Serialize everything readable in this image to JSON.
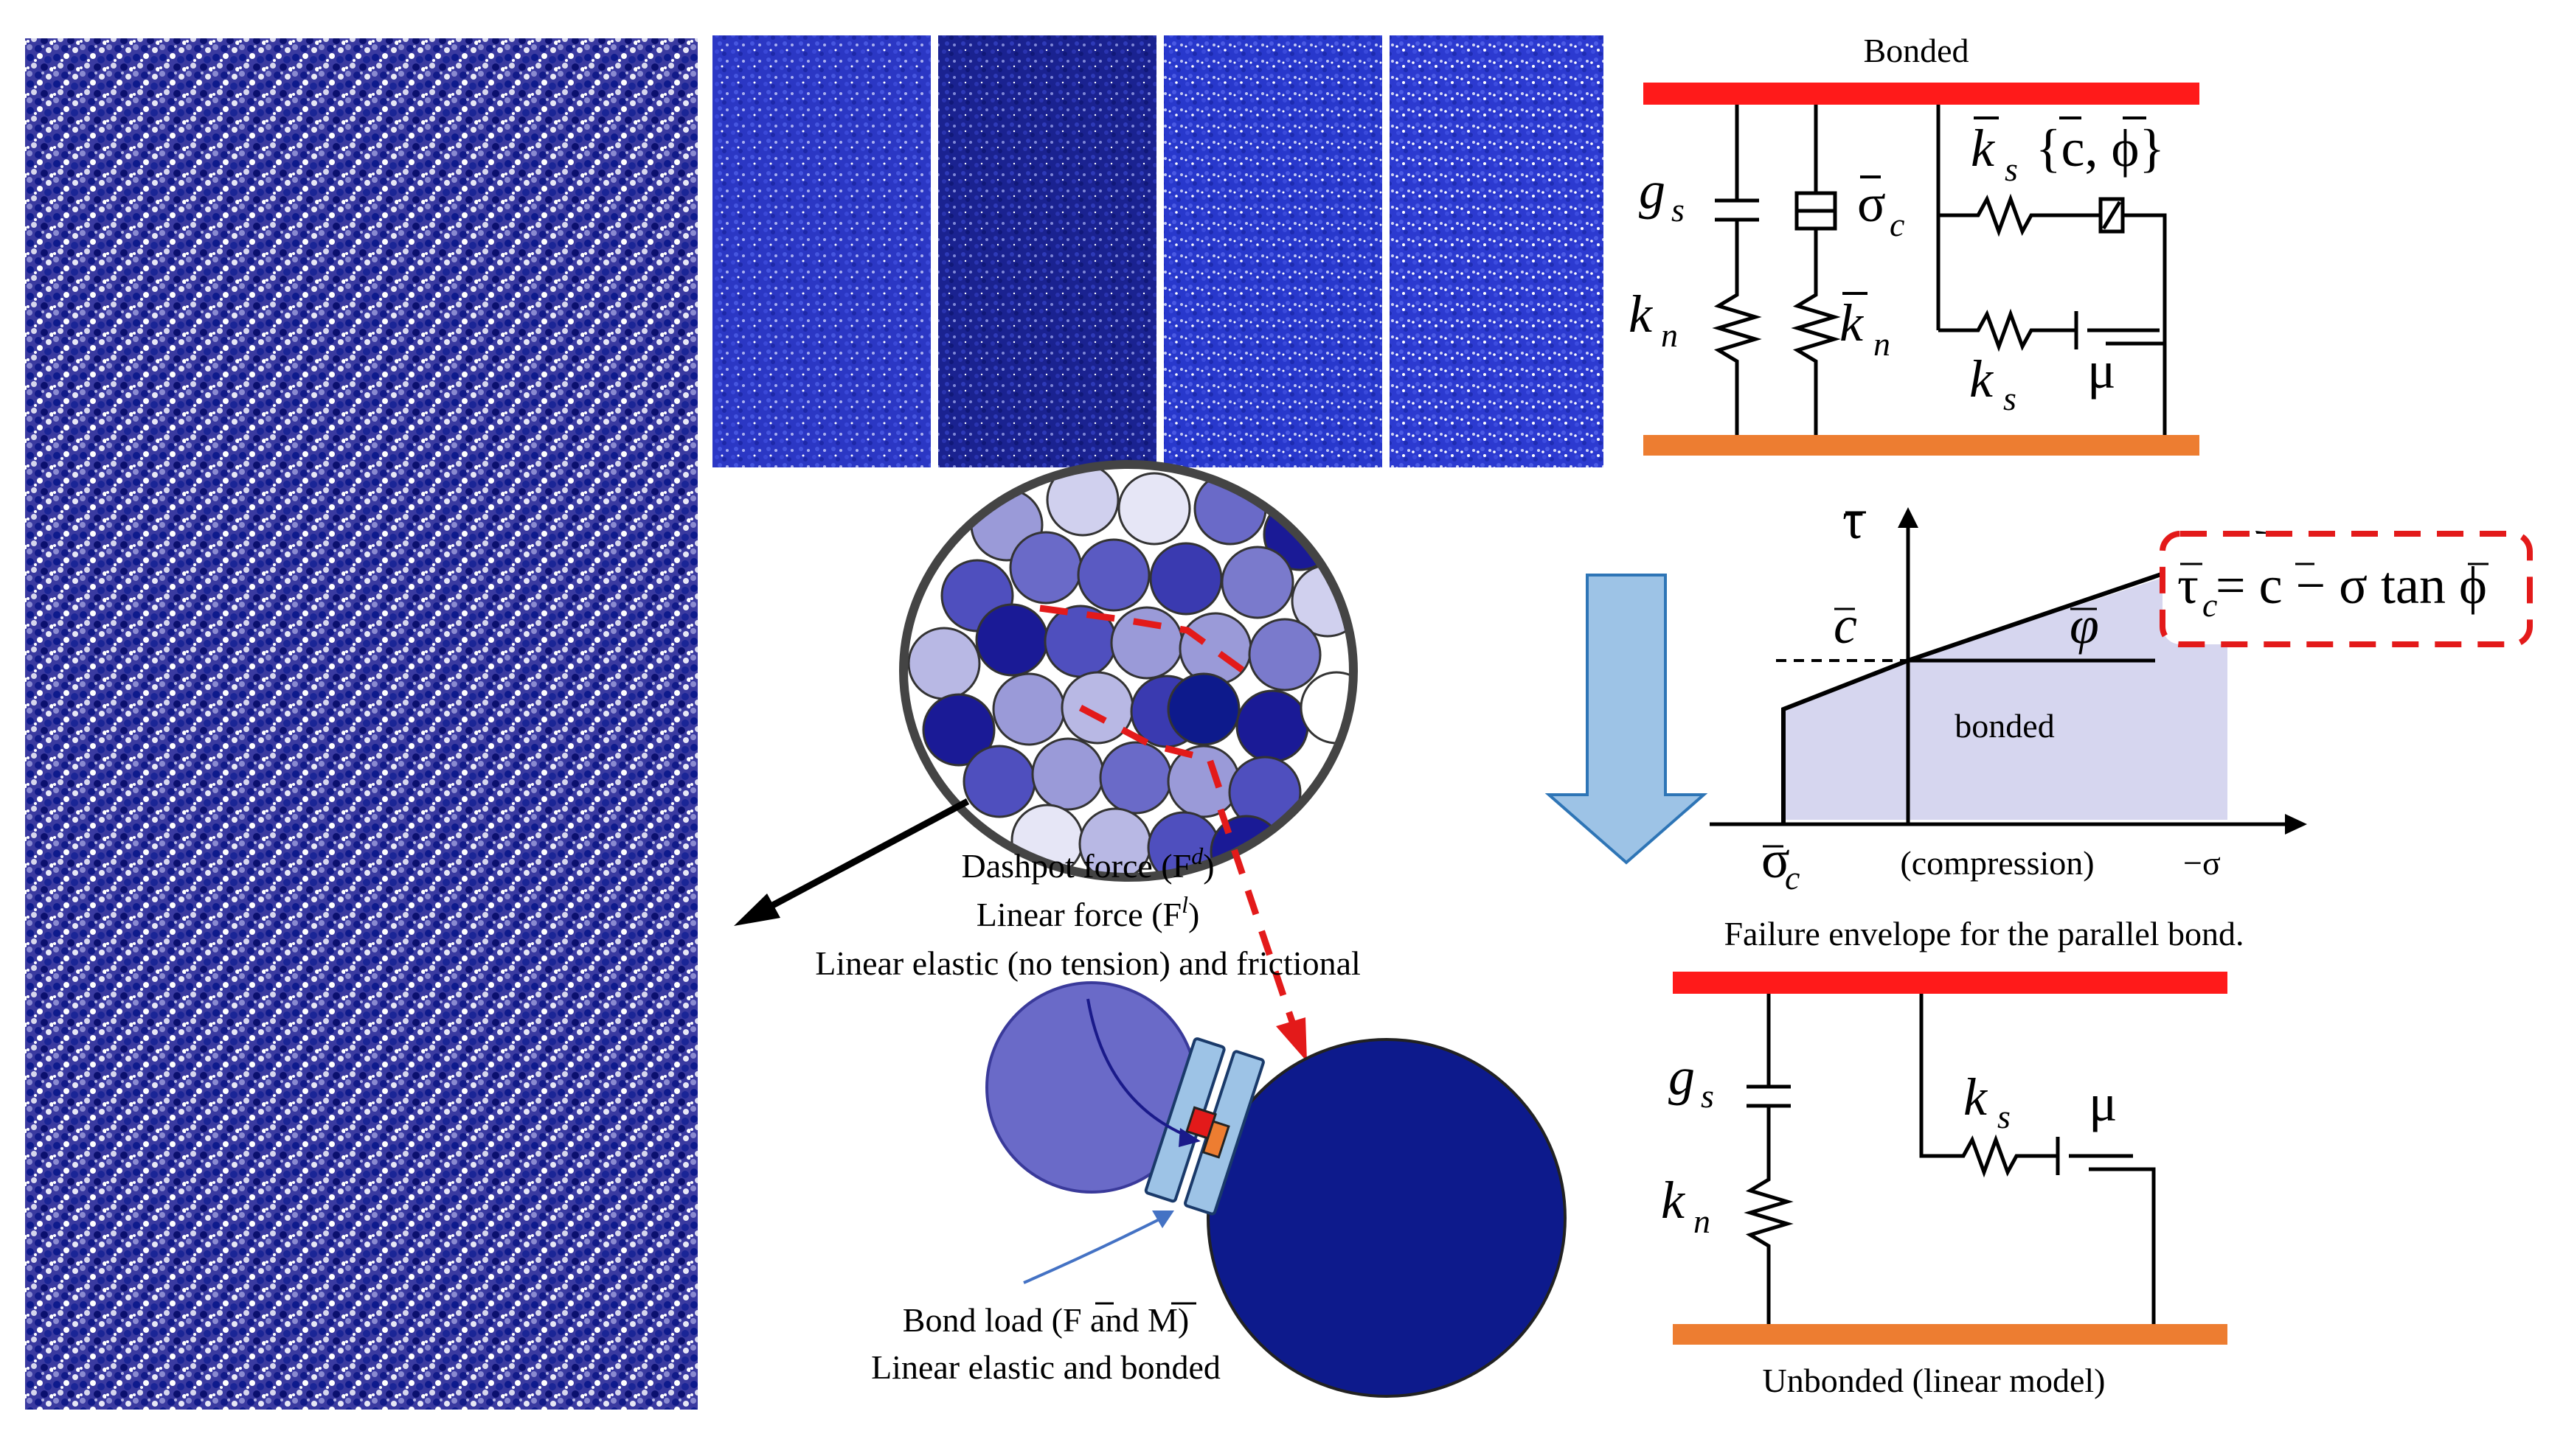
{
  "colors": {
    "plate_red": "#ff1a1a",
    "plate_orange": "#ed7d31",
    "particle_dark": "#0d1a8c",
    "particle_mid": "#4f4fbe",
    "particle_light": "#9a9ad8",
    "envelope_fill": "#d6d6ef",
    "arrow_fill": "#9dc3e6",
    "arrow_stroke": "#2e75b6",
    "dashed_red": "#e31a1a"
  },
  "bonded_model": {
    "title": "Bonded",
    "labels": {
      "gs": "g",
      "gs_sub": "s",
      "kn": "k",
      "kn_sub": "n",
      "sigma_c": "σ",
      "sigma_c_sub": "c",
      "kn_bar": "k",
      "kn_bar_sub": "n",
      "ks_bar": "k",
      "ks_bar_sub": "s",
      "c_phi": "{c, ϕ}",
      "ks": "k",
      "ks_sub": "s",
      "mu": "μ"
    }
  },
  "contact_labels": {
    "dashpot": "Dashpot force (F",
    "dashpot_sup": "d",
    "dashpot_close": ")",
    "linear": "Linear force (F",
    "linear_sup": "l",
    "linear_close": ")",
    "linear_elastic": "Linear elastic (no tension) and frictional",
    "bond_load": "Bond load (F and M)",
    "bond_elastic": "Linear elastic and bonded"
  },
  "envelope": {
    "tau_axis": "τ",
    "c_label": "c",
    "phi_label": "φ",
    "bonded_label": "bonded",
    "sigma_c": "σ",
    "sigma_c_sub": "c",
    "compression": "(compression)",
    "neg_sigma": "−σ",
    "equation_lhs": "τ",
    "equation_lhs_sub": "c",
    "equation_rhs": " = c − σ tan ϕ",
    "caption": "Failure envelope for the parallel bond."
  },
  "unbonded_model": {
    "labels": {
      "gs": "g",
      "gs_sub": "s",
      "kn": "k",
      "kn_sub": "n",
      "ks": "k",
      "ks_sub": "s",
      "mu": "μ"
    },
    "caption": "Unbonded (linear model)"
  }
}
